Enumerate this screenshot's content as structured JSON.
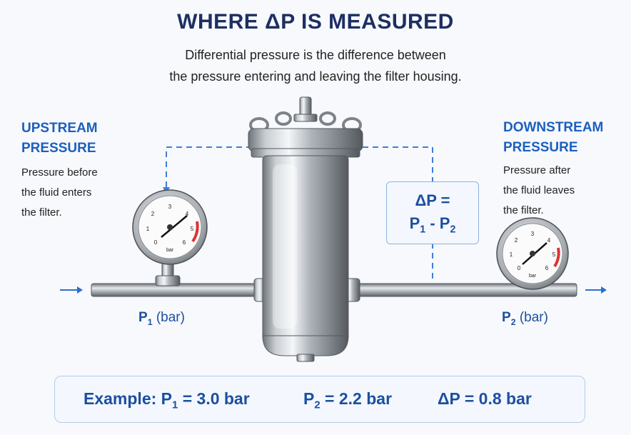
{
  "title": "WHERE ΔP IS MEASURED",
  "subtitle_line1": "Differential pressure is the difference between",
  "subtitle_line2": "the pressure entering and leaving the filter housing.",
  "upstream": {
    "heading_line1": "UPSTREAM",
    "heading_line2": "PRESSURE",
    "text_line1": "Pressure before",
    "text_line2": "the fluid enters",
    "text_line3": "the filter."
  },
  "downstream": {
    "heading_line1": "DOWNSTREAM",
    "heading_line2": "PRESSURE",
    "text_line1": "Pressure after",
    "text_line2": "the fluid leaves",
    "text_line3": "the filter."
  },
  "formula": {
    "line1": "ΔP =",
    "p1_sym": "P",
    "p1_sub": "1",
    "minus": " - ",
    "p2_sym": "P",
    "p2_sub": "2"
  },
  "gauge1": {
    "label_p": "P",
    "label_sub": "1",
    "label_unit": " (bar)",
    "unit": "bar",
    "ticks": [
      "0",
      "1",
      "2",
      "3",
      "4",
      "5",
      "6"
    ]
  },
  "gauge2": {
    "label_p": "P",
    "label_sub": "2",
    "label_unit": " (bar)",
    "unit": "bar",
    "ticks": [
      "0",
      "1",
      "2",
      "3",
      "4",
      "5",
      "6"
    ]
  },
  "example": {
    "prefix": "Example:",
    "p1_sym": "P",
    "p1_sub": "1",
    "p1_val": " = 3.0 bar",
    "p2_sym": "P",
    "p2_sub": "2",
    "p2_val": " = 2.2 bar",
    "dp": "ΔP = 0.8 bar"
  },
  "colors": {
    "accent": "#1c5fbf",
    "title": "#1d2f63",
    "dashed": "#3f7fd6"
  }
}
